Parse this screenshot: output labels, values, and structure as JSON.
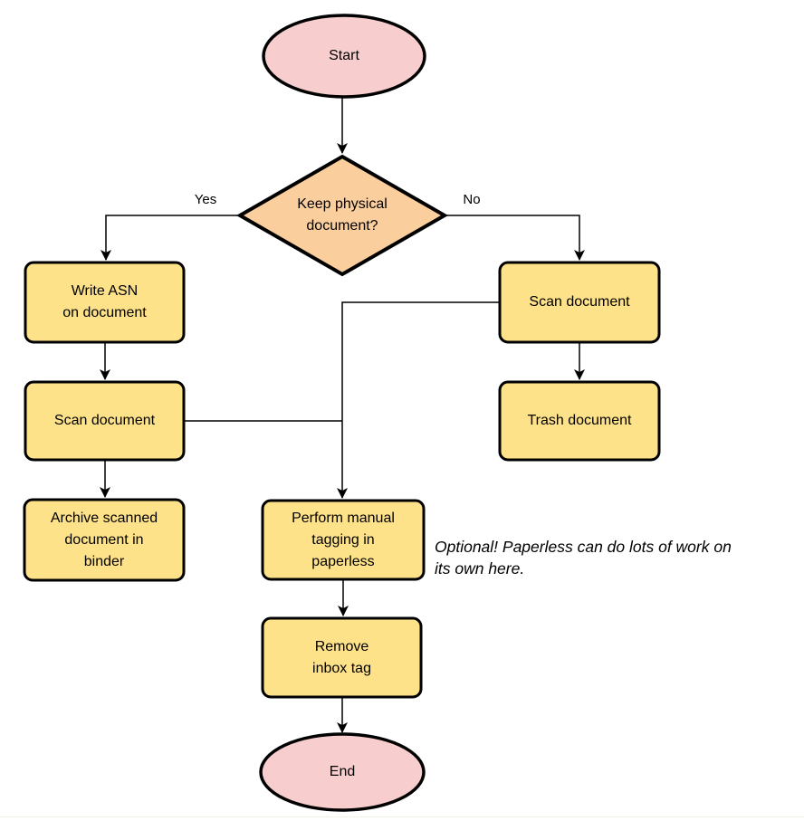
{
  "flowchart": {
    "colors": {
      "node_pink": "#f7cecd",
      "node_orange": "#fbce9d",
      "node_yellow": "#fee289",
      "border": "#000000",
      "connector": "#000000"
    },
    "nodes": {
      "start": {
        "label": "Start",
        "shape": "ellipse",
        "fill": "#f7cecd"
      },
      "decision_keep_physical": {
        "label": "Keep physical\ndocument?",
        "shape": "diamond",
        "fill": "#fbce9d"
      },
      "write_asn": {
        "label": "Write ASN\non document",
        "shape": "rect",
        "fill": "#fee289"
      },
      "scan_document_left": {
        "label": "Scan document",
        "shape": "rect",
        "fill": "#fee289"
      },
      "archive_scanned": {
        "label": "Archive scanned\ndocument in\nbinder",
        "shape": "rect",
        "fill": "#fee289"
      },
      "scan_document_right": {
        "label": "Scan document",
        "shape": "rect",
        "fill": "#fee289"
      },
      "trash_document": {
        "label": "Trash document",
        "shape": "rect",
        "fill": "#fee289"
      },
      "perform_tagging": {
        "label": "Perform manual\ntagging in\npaperless",
        "shape": "rect",
        "fill": "#fee289"
      },
      "remove_inbox_tag": {
        "label": "Remove\ninbox tag",
        "shape": "rect",
        "fill": "#fee289"
      },
      "end": {
        "label": "End",
        "shape": "ellipse",
        "fill": "#f7cecd"
      }
    },
    "edges": [
      {
        "from": "start",
        "to": "decision_keep_physical",
        "label": ""
      },
      {
        "from": "decision_keep_physical",
        "to": "write_asn",
        "label": "Yes"
      },
      {
        "from": "decision_keep_physical",
        "to": "scan_document_right",
        "label": "No"
      },
      {
        "from": "write_asn",
        "to": "scan_document_left",
        "label": ""
      },
      {
        "from": "scan_document_left",
        "to": "archive_scanned",
        "label": ""
      },
      {
        "from": "scan_document_right",
        "to": "trash_document",
        "label": ""
      },
      {
        "from": "scan_document_left",
        "to": "perform_tagging",
        "label": ""
      },
      {
        "from": "scan_document_right",
        "to": "perform_tagging",
        "label": ""
      },
      {
        "from": "perform_tagging",
        "to": "remove_inbox_tag",
        "label": ""
      },
      {
        "from": "remove_inbox_tag",
        "to": "end",
        "label": ""
      }
    ],
    "annotation": "Optional! Paperless can do lots of work on\nits own here."
  }
}
